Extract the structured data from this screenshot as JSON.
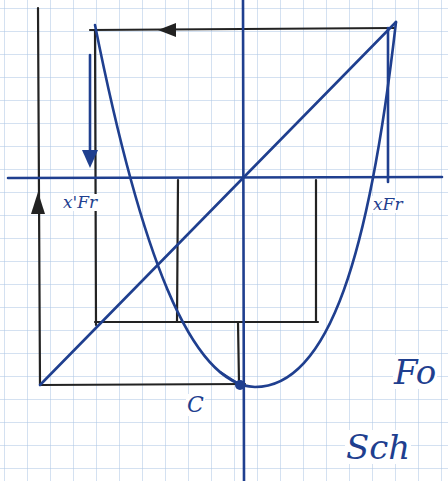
{
  "diagram": {
    "labels": [
      "x'Fr",
      "xFr",
      "C",
      "Fo",
      "Sch"
    ]
  }
}
